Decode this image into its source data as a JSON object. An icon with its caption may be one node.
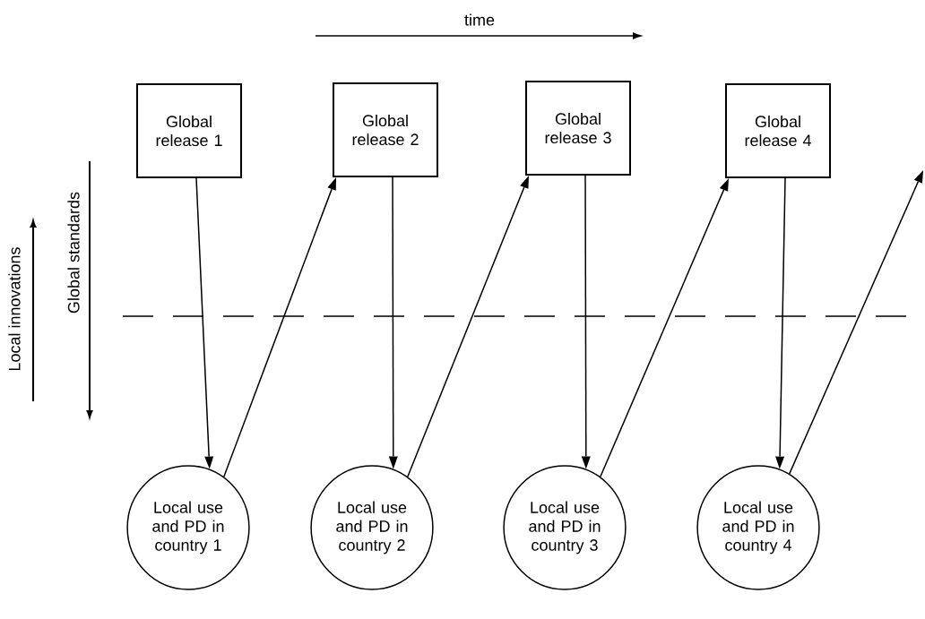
{
  "diagram": {
    "nodes": [
      {
        "text": [
          "Global release 1"
        ]
      },
      {
        "text": [
          "Global release 2"
        ]
      },
      {
        "text": [
          "Global release 3"
        ]
      },
      {
        "text": [
          "Global release 4"
        ]
      },
      {
        "text": [
          "Local use and PD in country 1"
        ]
      },
      {
        "text": [
          "Local use and PD in country 2"
        ]
      },
      {
        "text": [
          "Local use and PD in country 3"
        ]
      },
      {
        "text": [
          "Local use and PD in country 4"
        ]
      }
    ],
    "edges": [
      {
        "from": 0,
        "to": 4,
        "arrow": "to"
      },
      {
        "from": 4,
        "to": 1,
        "arrow": "to"
      },
      {
        "from": 1,
        "to": 5,
        "arrow": "to"
      },
      {
        "from": 5,
        "to": 2,
        "arrow": "to"
      },
      {
        "from": 2,
        "to": 6,
        "arrow": "to"
      },
      {
        "from": 6,
        "to": 3,
        "arrow": "to"
      },
      {
        "from": 3,
        "to": 7,
        "arrow": "to"
      },
      {
        "from": 7,
        "to": null,
        "arrow": "to"
      }
    ],
    "labels": [
      "time",
      "Local innovations",
      "Global standards"
    ]
  }
}
